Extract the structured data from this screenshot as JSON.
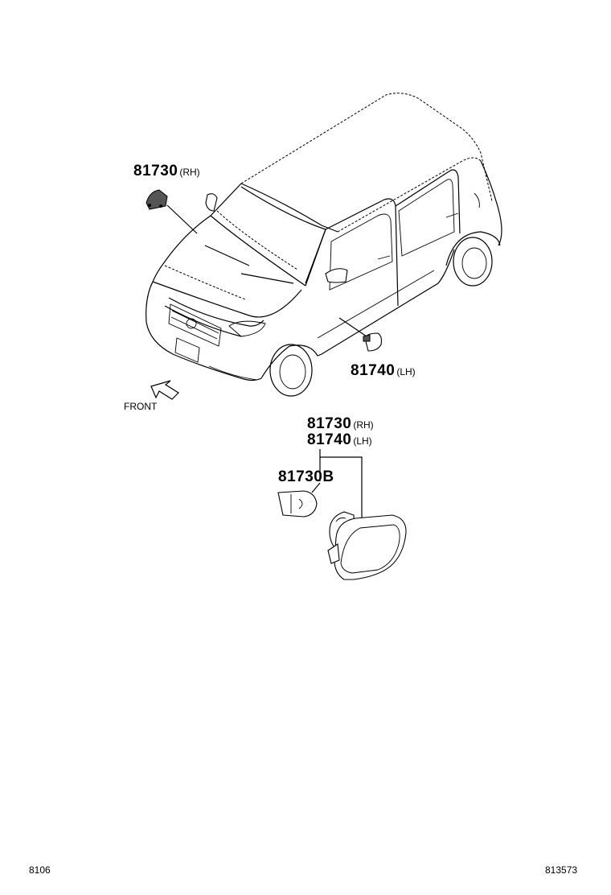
{
  "callouts": {
    "top_rh": {
      "part": "81730",
      "side": "(RH)"
    },
    "side_lh": {
      "part": "81740",
      "side": "(LH)"
    },
    "detail_rh": {
      "part": "81730",
      "side": "(RH)"
    },
    "detail_lh": {
      "part": "81740",
      "side": "(LH)"
    },
    "bulb": {
      "part": "81730B"
    }
  },
  "front_label": "FRONT",
  "footer": {
    "left_code": "8106",
    "right_code": "813573"
  },
  "icons": [
    "front-arrow-icon"
  ]
}
